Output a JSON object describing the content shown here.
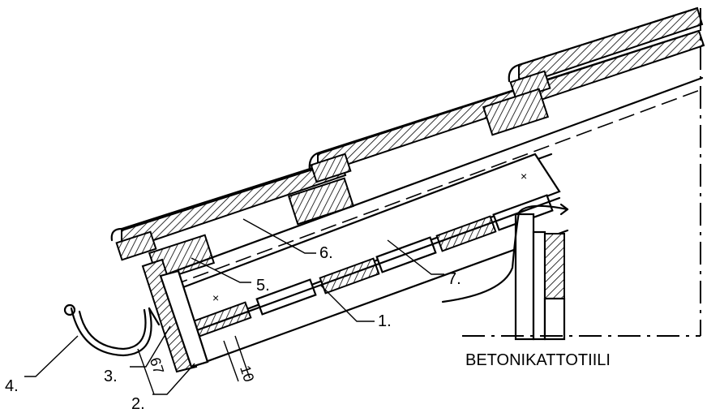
{
  "title": "BETONIKATTOTIILI",
  "callouts": {
    "c1": "1.",
    "c2": "2.",
    "c3": "3.",
    "c4": "4.",
    "c5": "5.",
    "c6": "6.",
    "c7": "7."
  },
  "dimensions": {
    "d67": "67",
    "d10": "10"
  },
  "marks": {
    "cross": "×"
  }
}
